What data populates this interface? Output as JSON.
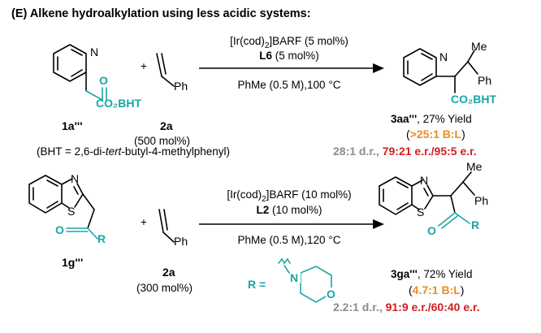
{
  "title": "(E) Alkene hydroalkylation using less acidic systems:",
  "atoms": {
    "N": "N",
    "S": "S",
    "O": "O",
    "Ph": "Ph",
    "Me": "Me",
    "R": "R"
  },
  "plus": "+",
  "bht_group": "CO₂BHT",
  "bht_note": {
    "open": "(BHT = 2,6-di-",
    "ital": "tert",
    "close": "-butyl-4-methylphenyl)"
  },
  "r_eq": "R =",
  "scheme1": {
    "substrate": "1a'''",
    "alkene": "2a",
    "alkene_amount": "(500 mol%)",
    "catalyst": {
      "pre": "[Ir(cod)",
      "sub": "2",
      "post": "]BARF (5 mol%)"
    },
    "ligand": {
      "name": "L6",
      "amount": " (5 mol%)"
    },
    "conditions": "PhMe (0.5 M),100 °C",
    "product": {
      "name": "3aa'''",
      "yield": ", 27% Yield"
    },
    "selectivity": {
      "open": "(",
      "value": ">25:1 B:L",
      "close": ")"
    },
    "dr": {
      "value": "28:1",
      "unit": " d.r., "
    },
    "er": "79:21 e.r./95:5 e.r."
  },
  "scheme2": {
    "substrate": "1g'''",
    "alkene": "2a",
    "alkene_amount": "(300 mol%)",
    "catalyst": {
      "pre": "[Ir(cod)",
      "sub": "2",
      "post": "]BARF (10 mol%)"
    },
    "ligand": {
      "name": "L2",
      "amount": " (10 mol%)"
    },
    "conditions": "PhMe (0.5 M),120 °C",
    "product": {
      "name": "3ga'''",
      "yield": ", 72% Yield"
    },
    "selectivity": {
      "open": "(",
      "value": "4.7:1 B:L",
      "close": ")"
    },
    "dr": {
      "value": "2.2:1",
      "unit": " d.r., "
    },
    "er": "91:9 e.r./60:40 e.r."
  }
}
